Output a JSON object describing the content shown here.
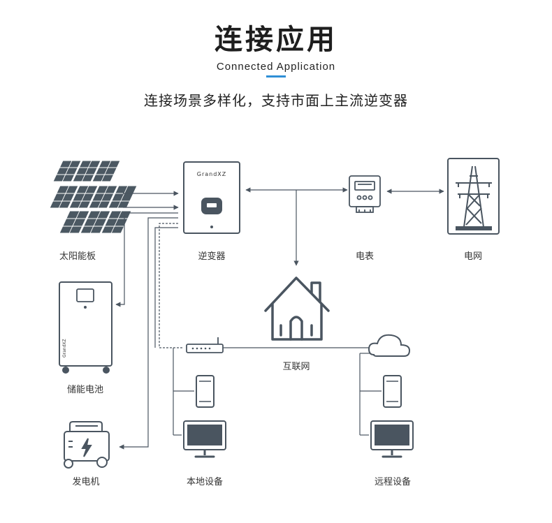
{
  "header": {
    "title": "连接应用",
    "subtitle": "Connected Application",
    "tagline": "连接场景多样化，支持市面上主流逆变器"
  },
  "nodes": {
    "solar": "太阳能板",
    "inverter": "逆变器",
    "inverter_brand": "GrandXZ",
    "meter": "电表",
    "grid": "电网",
    "battery": "储能电池",
    "battery_brand": "GrandXZ",
    "internet": "互联网",
    "generator": "发电机",
    "local": "本地设备",
    "remote": "远程设备"
  },
  "colors": {
    "stroke": "#4a5560",
    "accent": "#2f8fd6"
  }
}
